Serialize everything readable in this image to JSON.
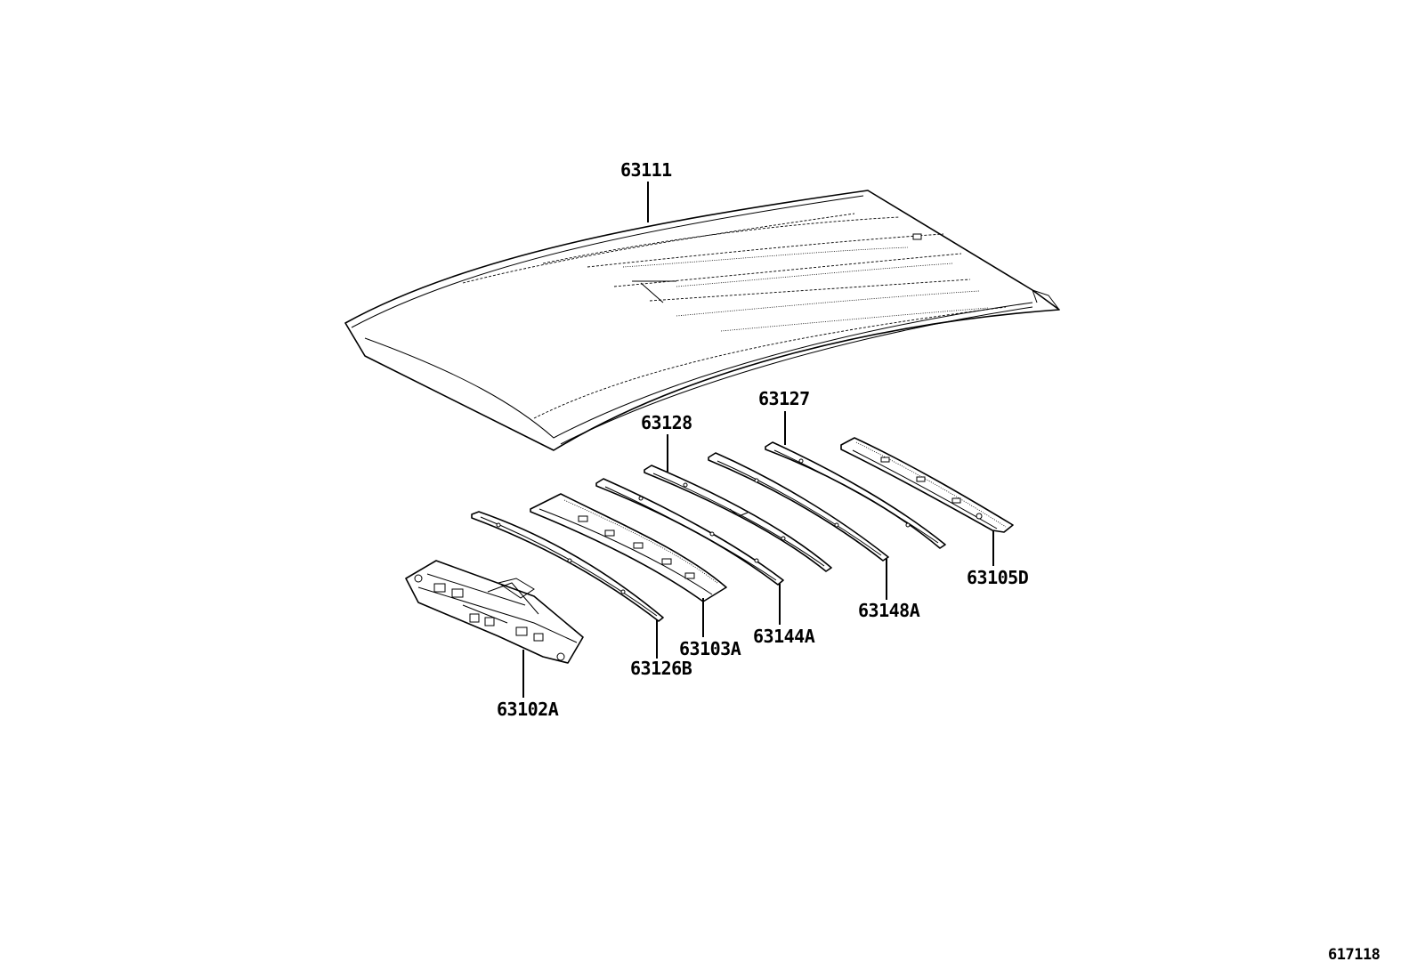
{
  "parts": {
    "roof_panel": "63111",
    "front_header": "63102A",
    "bow_126b": "63126B",
    "panel_103a": "63103A",
    "bow_128": "63128",
    "bow_144a": "63144A",
    "bow_127": "63127",
    "bow_148a": "63148A",
    "rear_header": "63105D"
  },
  "diagram_id": "617118"
}
